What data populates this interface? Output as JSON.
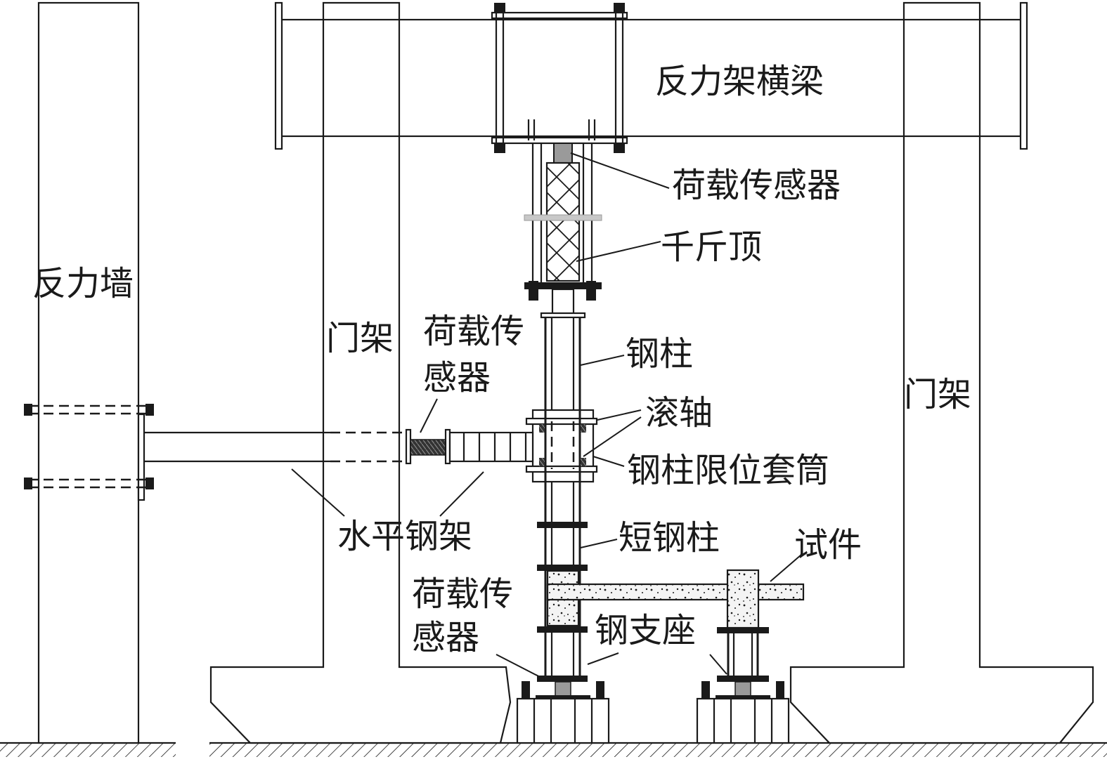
{
  "labels": {
    "reaction_beam": "反力架横梁",
    "load_cell_top": "荷载传感器",
    "jack": "千斤顶",
    "reaction_wall": "反力墙",
    "portal_left": "门架",
    "load_cell_horizontal_line1": "荷载传",
    "load_cell_horizontal_line2": "感器",
    "steel_column": "钢柱",
    "portal_right": "门架",
    "roller": "滚轴",
    "column_sleeve": "钢柱限位套筒",
    "horizontal_frame": "水平钢架",
    "short_column": "短钢柱",
    "specimen": "试件",
    "load_cell_bottom_line1": "荷载传",
    "load_cell_bottom_line2": "感器",
    "steel_support": "钢支座"
  },
  "colors": {
    "line": "#1a1a1a",
    "load_cell_fill": "#9a9a9a",
    "concrete_fill": "#f4f4f4"
  }
}
